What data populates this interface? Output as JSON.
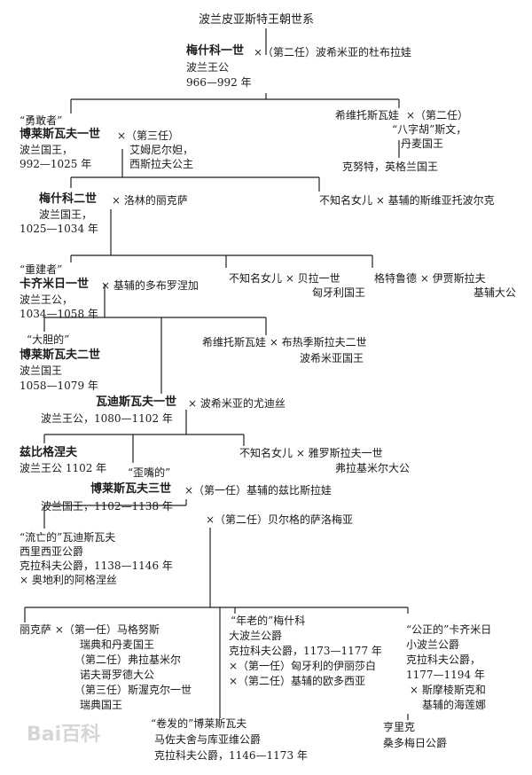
{
  "title": "波兰皮亚斯特王朝世系",
  "gen1": {
    "name": "梅什科一世",
    "spouse": "×（第二任）波希米亚的杜布拉娃",
    "title": "波兰王公",
    "years": "966—992 年"
  },
  "gen2": {
    "epithet": "“勇敢者”",
    "name": "博莱斯瓦夫一世",
    "spouse_line1": "×（第三任）",
    "spouse_line2": "艾姆尼尔妲，",
    "spouse_line3": "西斯拉夫公主",
    "title": "波兰国王，",
    "years": "992—1025 年",
    "sister": "希维托斯瓦娃",
    "sister_spouse": "×（第二任）",
    "sister_spouse_epithet": "“八字胡”斯文，",
    "sister_spouse_title": "丹麦国王",
    "sister_child": "克努特，英格兰国王"
  },
  "gen3": {
    "name": "梅什科二世",
    "spouse": "× 洛林的丽克萨",
    "title": "波兰国王，",
    "years": "1025—1034 年",
    "sister": "不知名女儿 × 基辅的斯维亚托波尔克"
  },
  "gen4": {
    "epithet": "“重建者”",
    "name": "卡齐米日一世",
    "spouse": "× 基辅的多布罗涅加",
    "title": "波兰王公，",
    "years": "1034—1058 年",
    "daughter1": "不知名女儿 × 贝拉一世",
    "daughter1_title": "匈牙利国王",
    "daughter2": "格特鲁德 × 伊贾斯拉夫",
    "daughter2_title": "基辅大公"
  },
  "gen5": {
    "epithet": "“大胆的”",
    "name": "博莱斯瓦夫二世",
    "title": "波兰国王",
    "years": "1058—1079 年",
    "sister": "希维托斯瓦娃 × 布热季斯拉夫二世",
    "sister_title": "波希米亚国王",
    "brother_name": "瓦迪斯瓦夫一世",
    "brother_spouse": "× 波希米亚的尤迪丝",
    "brother_title": "波兰王公，1080—1102 年"
  },
  "gen6": {
    "name1": "兹比格涅夫",
    "title1": "波兰王公 1102 年",
    "epithet2": "“歪嘴的”",
    "name2": "博莱斯瓦夫三世",
    "spouse2a": "×（第一任）基辅的兹比斯拉娃",
    "title2": "波兰国王，1102—1138 年",
    "spouse2b": "×（第二任）贝尔格的萨洛梅亚",
    "daughter": "不知名女儿 × 雅罗斯拉夫一世",
    "daughter_title": "弗拉基米尔大公"
  },
  "gen7": {
    "epithet": "“流亡的”",
    "name": "瓦迪斯瓦夫",
    "title1": "西里西亚公爵",
    "title2": "克拉科夫公爵，1138—1146 年",
    "spouse": "× 奥地利的阿格涅丝"
  },
  "gen8": {
    "rixa_l1": "丽克萨 ×（第一任）马格努斯",
    "rixa_l2": "瑞典和丹麦国王",
    "rixa_l3": "（第二任）弗拉基米尔",
    "rixa_l4": "诺夫哥罗德大公",
    "rixa_l5": "（第三任）斯渥克尔一世",
    "rixa_l6": "瑞典国王",
    "mieszko_l1": "“年老的”梅什科",
    "mieszko_l2": "大波兰公爵",
    "mieszko_l3": "克拉科夫公爵，1173—1177 年",
    "mieszko_l4": "×（第一任）匈牙利的伊丽莎白",
    "mieszko_l5": "×（第二任）基辅的欧多西亚",
    "boleslaw_l1": "“卷发的”博莱斯瓦夫",
    "boleslaw_l2": "马佐夫舍与库亚维公爵",
    "boleslaw_l3": "克拉科夫公爵，1146—1173 年",
    "kazimierz_l1": "“公正的”卡齐米日",
    "kazimierz_l2": "小波兰公爵",
    "kazimierz_l3": "克拉科夫公爵，",
    "kazimierz_l4": "1177—1194 年",
    "kazimierz_l5": "× 斯摩棱斯克和",
    "kazimierz_l6": "基辅的海莲娜",
    "henryk_l1": "亨里克",
    "henryk_l2": "桑多梅日公爵"
  },
  "watermark": "Bai百科"
}
